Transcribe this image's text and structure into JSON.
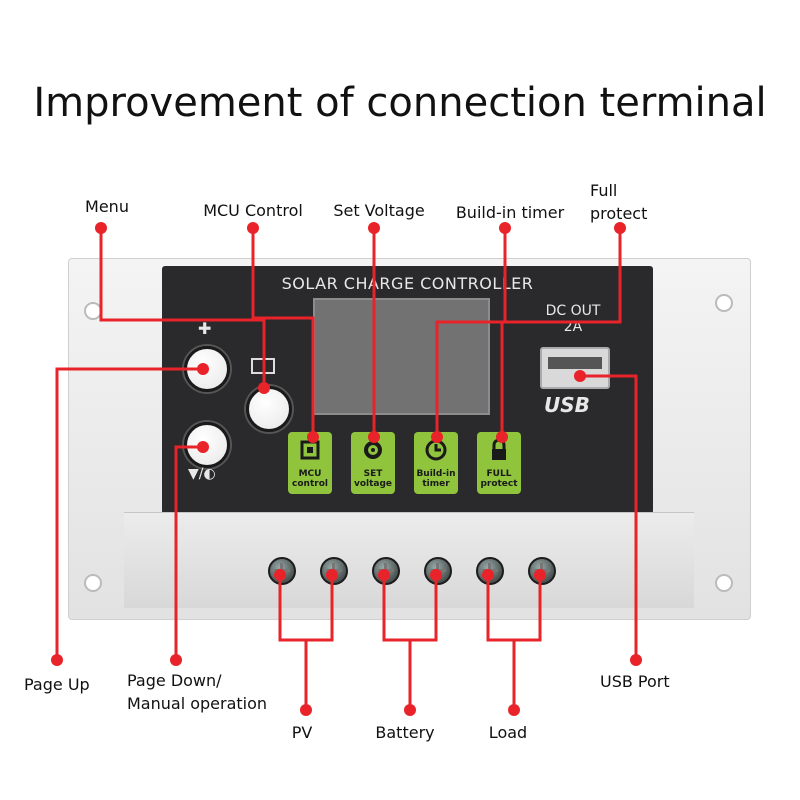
{
  "title": "Improvement of connection terminal",
  "panel_title": "SOLAR CHARGE CONTROLLER",
  "dc_out": "DC OUT",
  "dc_amps": "2A",
  "usb_logo": "USB",
  "buttons": {
    "mcu": [
      "MCU",
      "control"
    ],
    "set": [
      "SET",
      "voltage"
    ],
    "timer": [
      "Build-in",
      "timer"
    ],
    "full": [
      "FULL",
      "protect"
    ]
  },
  "labels": {
    "menu": "Menu",
    "mcu_control": "MCU Control",
    "set_voltage": "Set Voltage",
    "build_in_timer": "Build-in timer",
    "full_protect_1": "Full",
    "full_protect_2": "protect",
    "page_up": "Page Up",
    "page_down_1": "Page Down/",
    "page_down_2": "Manual operation",
    "pv": "PV",
    "battery": "Battery",
    "load": "Load",
    "usb_port": "USB Port"
  },
  "colors": {
    "leader": "#e8232a",
    "button_green": "#8fc43c",
    "panel": "#2a2a2c"
  }
}
